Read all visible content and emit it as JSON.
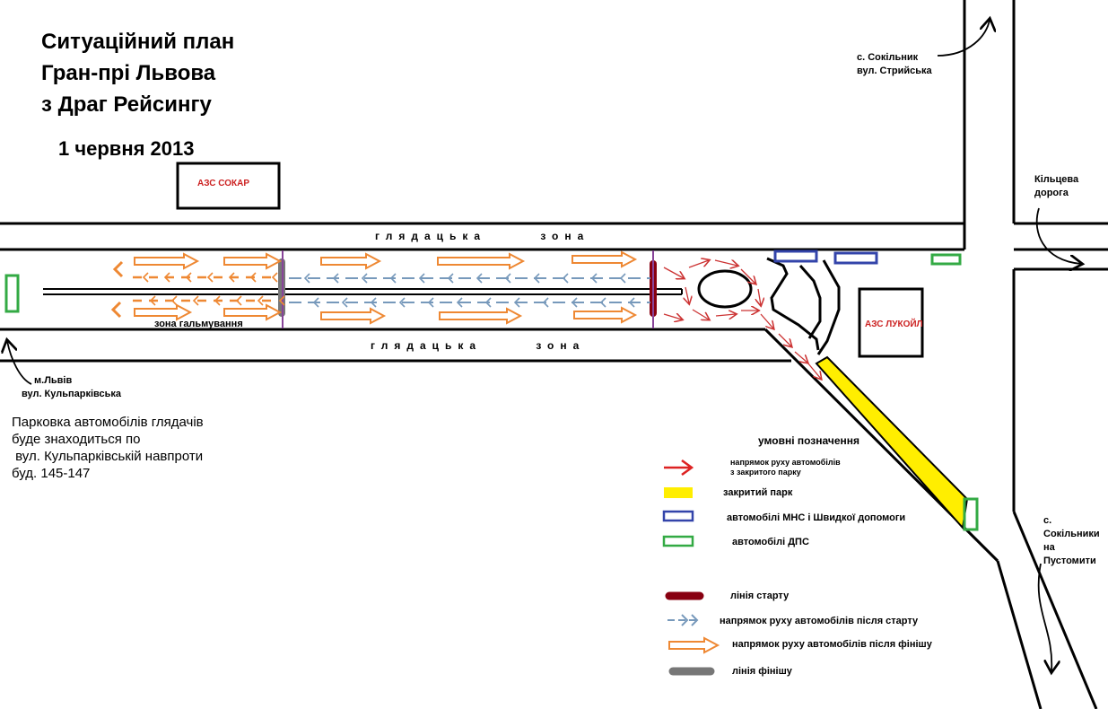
{
  "title": {
    "line1": "Ситуаційний план",
    "line2": "Гран-прі Львова",
    "line3": "з Драг Рейсингу",
    "date": "1 червня 2013"
  },
  "places": {
    "azs_socar": "АЗС СОКАР",
    "azs_lukoil": "АЗС ЛУКОЙЛ",
    "viewing_zone": "глядацька зона",
    "braking_zone": "зона гальмування",
    "sokilnyk_1": "с. Сокільник",
    "sokilnyk_2": "вул. Стрийська",
    "ring_1": "Кільцева",
    "ring_2": "дорога",
    "lviv_1": "м.Львів",
    "lviv_2": "вул. Кульпарківська",
    "pustomyty_1": "с.",
    "pustomyty_2": "Сокільники",
    "pustomyty_3": "на",
    "pustomyty_4": "Пустомити"
  },
  "parking_note": "Парковка автомобілів глядачів\nбуде знаходиться по\n вул. Кульпарківській навпроти\nбуд. 145-147",
  "legend": {
    "title": "умовні позначення",
    "items": [
      {
        "label": "напрямок руху автомобілів\nз закритого парку",
        "symbol": "red-arrow",
        "color": "#dd2222"
      },
      {
        "label": "закритий парк",
        "symbol": "yellow-bar",
        "color": "#ffee00"
      },
      {
        "label": "автомобілі МНС і Швидкої допомоги",
        "symbol": "blue-box",
        "color": "#3344aa"
      },
      {
        "label": "автомобілі ДПС",
        "symbol": "green-box",
        "color": "#33aa44"
      },
      {
        "label": "лінія старту",
        "symbol": "maroon-bar",
        "color": "#880011"
      },
      {
        "label": "напрямок руху автомобілів після старту",
        "symbol": "dashed-arrow",
        "color": "#7799bb"
      },
      {
        "label": "напрямок руху автомобілів після фінішу",
        "symbol": "orange-arrow",
        "color": "#ee8833"
      },
      {
        "label": "лінія фінішу",
        "symbol": "gray-bar",
        "color": "#777777"
      }
    ]
  }
}
